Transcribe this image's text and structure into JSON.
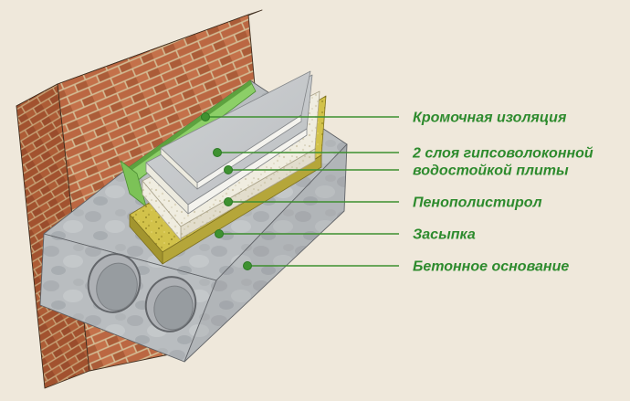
{
  "diagram": {
    "type": "construction-cross-section",
    "subject": "Dry floor screed assembly on hollow-core concrete slab against brick wall",
    "background_color": "#efe8db",
    "label_color": "#2e8b2e",
    "leader_line_color": "#3d8f2f",
    "dot_color": "#3f9231",
    "material_colors": {
      "brick": "#bb6742",
      "mortar": "#d3bd95",
      "concrete": "#b9bdc0",
      "backfill_yellow": "#d2c24a",
      "polystyrene_white": "#f0ede0",
      "gypsum_board_gray": "#c6c9cb",
      "board_edge_white": "#f4f3ee",
      "edge_strip_green": "#8ccf67"
    }
  },
  "labels": {
    "edge_insulation": "Кромочная изоляция",
    "gypsum_line1": "2 слоя гипсоволоконной",
    "gypsum_line2": "водостойкой плиты",
    "polystyrene": "Пенополистирол",
    "backfill": "Засыпка",
    "concrete_base": "Бетонное основание"
  }
}
